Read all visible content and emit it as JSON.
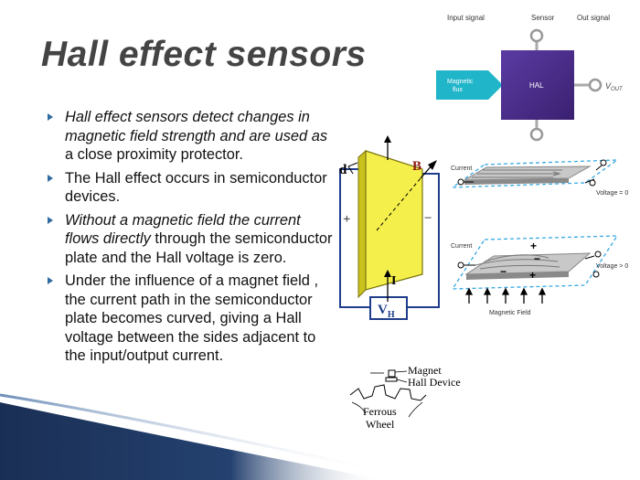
{
  "slide": {
    "title": "Hall effect sensors",
    "bullets": [
      {
        "italic": "Hall effect sensors detect changes in magnetic field strength and are used as",
        "normal": " a close proximity protector."
      },
      {
        "italic": "",
        "normal": "The Hall effect occurs in semiconductor devices."
      },
      {
        "italic": "Without a magnetic field the current flows directly",
        "normal": " through the semiconductor plate and the Hall voltage is zero."
      },
      {
        "italic": "",
        "normal": " Under the influence of a magnet field , the current path in the semiconductor plate becomes curved, giving a Hall voltage between the sides adjacent to the input/output current."
      }
    ]
  },
  "hall_diagram": {
    "d": "d",
    "B": "B",
    "plus": "+",
    "minus": "−",
    "I": "I",
    "VH_main": "V",
    "VH_sub": "H"
  },
  "sensor_block": {
    "input_signal": "Input signal",
    "sensor": "Sensor",
    "out_signal": "Out signal",
    "flux_line1": "Magnetic",
    "flux_line2": "flux",
    "hal": "HAL",
    "vout_main": "V",
    "vout_sub": "OUT"
  },
  "plates": {
    "current1": "Current",
    "voltage0": "Voltage = 0",
    "current2": "Current",
    "voltage_gt0": "Voltage > 0",
    "magnetic_field": "Magnetic Field",
    "plus": "+",
    "minus": "−"
  },
  "wheel": {
    "magnet": "Magnet",
    "hall_device": "Hall Device",
    "ferrous1": "Ferrous",
    "ferrous2": "Wheel"
  },
  "colors": {
    "title": "#444444",
    "bullet_mark": "#2f6aa0",
    "plate_yellow": "#f4ef4a",
    "circuit_blue": "#1f3d8a",
    "hal_purple": "#4a2c8c",
    "flux_cyan": "#21b5c9",
    "dash_cyan": "#37a9e0",
    "corner_navy": "#1a2f55"
  }
}
